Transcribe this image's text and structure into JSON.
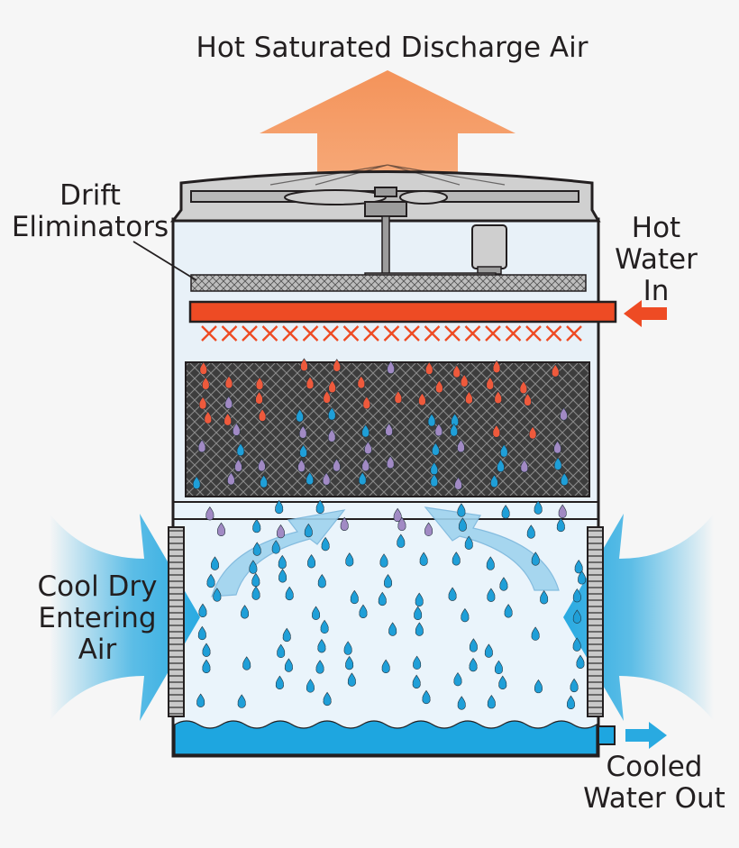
{
  "labels": {
    "discharge": "Hot Saturated Discharge Air",
    "drift_line1": "Drift",
    "drift_line2": "Eliminators",
    "hot_line1": "Hot",
    "hot_line2": "Water",
    "hot_line3": "In",
    "cool_line1": "Cool Dry",
    "cool_line2": "Entering",
    "cool_line3": "Air",
    "out_line1": "Cooled",
    "out_line2": "Water Out"
  },
  "colors": {
    "hot_air": "#f4935a",
    "hot_water": "#ee4b24",
    "cool_air": "#29aae1",
    "basin_water": "#1ea6e0",
    "fill_media": "#3d3d3d",
    "droplet_hot": "#ee5a3c",
    "droplet_warm": "#a18ac4",
    "droplet_cool": "#1f9fd8",
    "outline": "#231f20",
    "tower_interior": "#eaf4fb"
  },
  "icons": {
    "fan": "fan-icon",
    "motor": "motor-icon",
    "spray_nozzles": "spray-nozzle-icon",
    "droplet": "droplet-icon"
  }
}
